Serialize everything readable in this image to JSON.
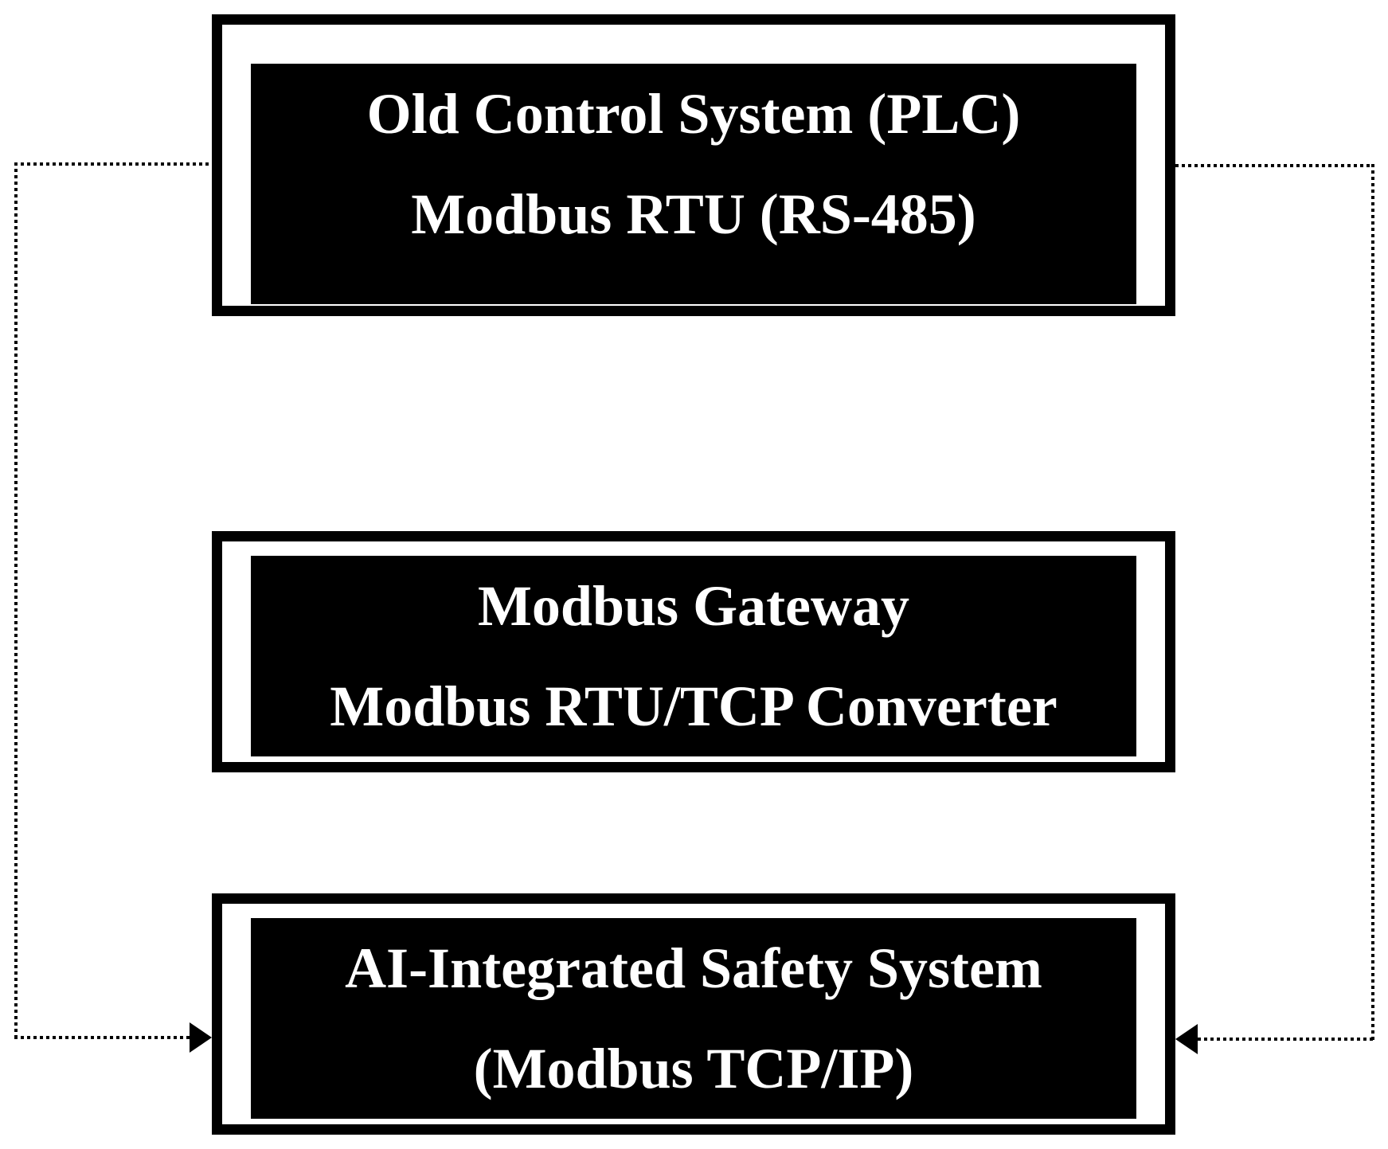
{
  "diagram": {
    "background_color": "#ffffff",
    "box_fill_color": "#000000",
    "box_border_color": "#000000",
    "box_text_color": "#ffffff",
    "connector_style": "dotted",
    "boxes": [
      {
        "id": "old-control-system",
        "line1": "Old Control System (PLC)",
        "line2": "Modbus RTU (RS-485)"
      },
      {
        "id": "modbus-gateway",
        "line1": "Modbus Gateway",
        "line2": "Modbus RTU/TCP Converter"
      },
      {
        "id": "ai-integrated-safety-system",
        "line1": "AI-Integrated Safety System",
        "line2": "(Modbus TCP/IP)"
      }
    ],
    "connectors": [
      {
        "id": "left-feedback-link",
        "from": "old-control-system",
        "to": "ai-integrated-safety-system",
        "style": "dotted",
        "arrowhead": "points right into left side of AI-Integrated Safety System"
      },
      {
        "id": "right-feedback-link",
        "from": "old-control-system",
        "to": "ai-integrated-safety-system",
        "style": "dotted",
        "arrowhead": "points left into right side of AI-Integrated Safety System"
      }
    ]
  }
}
